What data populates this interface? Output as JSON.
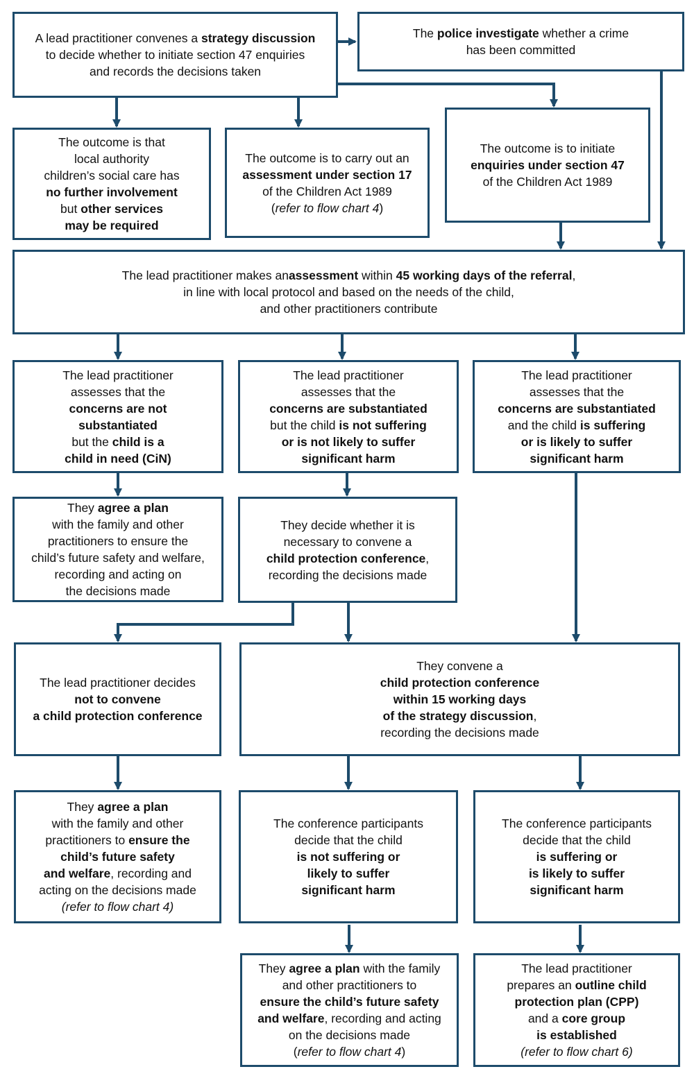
{
  "strategy": {
    "l1_a": "A lead practitioner convenes a ",
    "l1_b": "strategy discussion",
    "l2": "to decide whether to initiate section 47 enquiries",
    "l3": "and records the decisions taken"
  },
  "police": {
    "l1_a": "The ",
    "l1_b": "police investigate",
    "l1_c": " whether a crime",
    "l2": "has been committed"
  },
  "no_further": {
    "l1": "The outcome is that",
    "l2": "local authority",
    "l3": "children’s social care has",
    "l4": "no further involvement",
    "l5_a": "but ",
    "l5_b": "other services",
    "l6": "may be required"
  },
  "s17": {
    "l1": "The outcome is to carry out an",
    "l2": "assessment under section 17",
    "l3": "of the Children Act 1989",
    "l4_a": "(",
    "l4_b": "refer to flow chart 4",
    "l4_c": ")"
  },
  "s47": {
    "l1": "The outcome is to initiate",
    "l2": "enquiries under section 47",
    "l3": "of the Children Act 1989"
  },
  "assessment": {
    "l1_a": "The lead practitioner makes an",
    "l1_b": "assessment",
    "l1_c": " within ",
    "l1_d": "45 working days of the referral",
    "l1_e": ",",
    "l2": "in line with local protocol and based on the needs of the child,",
    "l3": "and other practitioners contribute"
  },
  "not_substantiated": {
    "l1": "The lead practitioner",
    "l2": "assesses that the",
    "l3": "concerns are not",
    "l4": "substantiated",
    "l5_a": "but the ",
    "l5_b": "child is a",
    "l6": "child in need (CiN)"
  },
  "substantiated_not": {
    "l1": "The lead practitioner",
    "l2": "assesses that the",
    "l3": "concerns are substantiated",
    "l4_a": "but the child ",
    "l4_b": "is not suffering",
    "l5": "or is not likely to suffer",
    "l6": "significant harm"
  },
  "substantiated_is": {
    "l1": "The lead practitioner",
    "l2": "assesses that the",
    "l3": "concerns are substantiated",
    "l4_a": "and the child ",
    "l4_b": "is suffering",
    "l5": "or is likely to suffer",
    "l6": "significant harm"
  },
  "plan_cin": {
    "l1_a": "They ",
    "l1_b": "agree a plan",
    "l2": "with the family and other",
    "l3": "practitioners to ensure the",
    "l4": "child’s future safety and welfare,",
    "l5": "recording and acting on",
    "l6": "the decisions made"
  },
  "decide_convene": {
    "l1": "They decide whether it is",
    "l2": "necessary to convene a",
    "l3_a": "child protection conference",
    "l3_b": ",",
    "l4": "recording the decisions made"
  },
  "not_convene": {
    "l1": "The lead practitioner decides",
    "l2": "not to convene",
    "l3": "a child protection conference"
  },
  "convene": {
    "l1": "They convene a",
    "l2": "child protection conference",
    "l3": "within 15 working days",
    "l4_a": "of the strategy discussion",
    "l4_b": ",",
    "l5": "recording the decisions made"
  },
  "plan_after_not_convene": {
    "l1_a": "They ",
    "l1_b": "agree a plan",
    "l2": "with the family and other",
    "l3_a": "practitioners to ",
    "l3_b": "ensure the",
    "l4": "child’s future safety",
    "l5_a": "and welfare",
    "l5_b": ", recording and",
    "l6": "acting on the decisions made",
    "l7": "(refer to flow chart 4)"
  },
  "conf_not_suffering": {
    "l1": "The conference participants",
    "l2": "decide that the child",
    "l3": "is not suffering or",
    "l4": "likely to suffer",
    "l5": "significant harm"
  },
  "conf_suffering": {
    "l1": "The conference participants",
    "l2": "decide that the child",
    "l3": "is suffering or",
    "l4": "is likely to suffer",
    "l5": "significant harm"
  },
  "plan_final": {
    "l1_a": "They ",
    "l1_b": "agree a plan",
    "l1_c": " with the family",
    "l2": "and other practitioners to",
    "l3": "ensure the child’s future safety",
    "l4_a": "and welfare",
    "l4_b": ", recording and acting",
    "l5": "on the decisions made",
    "l6_a": "(",
    "l6_b": "refer to flow chart 4",
    "l6_c": ")"
  },
  "cpp": {
    "l1": "The lead practitioner",
    "l2_a": "prepares an ",
    "l2_b": "outline child",
    "l3": "protection plan (CPP)",
    "l4_a": "and a ",
    "l4_b": "core group",
    "l5": "is established",
    "l6": "(refer to flow chart 6)"
  },
  "colors": {
    "border": "#1d4b6b",
    "arrow": "#1d4b6b",
    "text": "#111111"
  }
}
